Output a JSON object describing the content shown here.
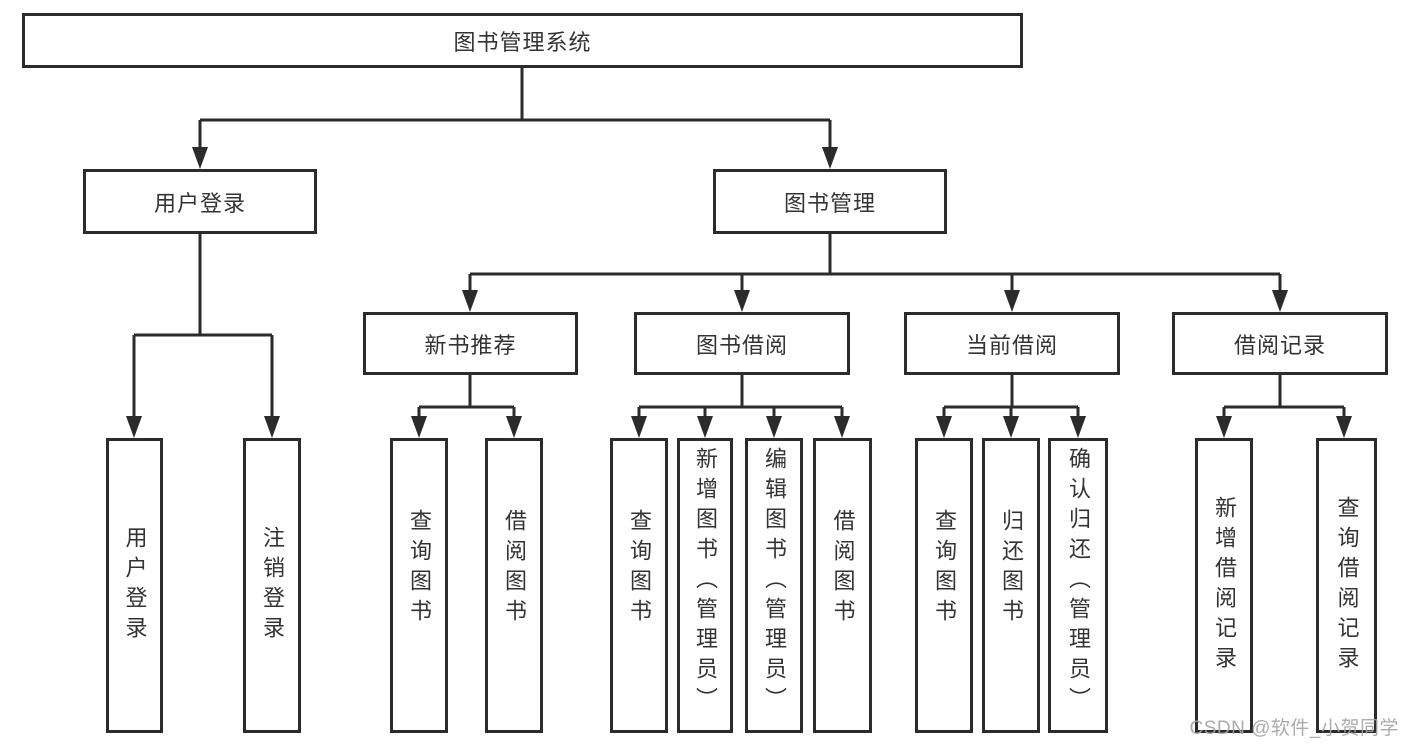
{
  "diagram": {
    "type": "hierarchy-tree",
    "colors": {
      "line": "#2b2b2b",
      "box_border": "#2b2b2b",
      "box_fill": "#ffffff",
      "text": "#333333",
      "watermark": "#a3a3a3",
      "background": "#ffffff"
    },
    "nodes": {
      "root": "图书管理系统",
      "user_login": "用户登录",
      "book_mgmt": "图书管理",
      "new_book": "新书推荐",
      "book_borrow": "图书借阅",
      "current_borrow": "当前借阅",
      "borrow_records": "借阅记录",
      "leaf_user_login": "用户登录",
      "leaf_logout": "注销登录",
      "leaf_nb_query": "查询图书",
      "leaf_nb_borrow": "借阅图书",
      "leaf_bb_query": "查询图书",
      "leaf_bb_add": "新增图书（管理员）",
      "leaf_bb_edit": "编辑图书（管理员）",
      "leaf_bb_borrow": "借阅图书",
      "leaf_cb_query": "查询图书",
      "leaf_cb_return": "归还图书",
      "leaf_cb_confirm": "确认归还（管理员）",
      "leaf_br_add": "新增借阅记录",
      "leaf_br_query": "查询借阅记录"
    },
    "edges": [
      [
        "图书管理系统",
        "用户登录"
      ],
      [
        "图书管理系统",
        "图书管理"
      ],
      [
        "用户登录",
        "用户登录"
      ],
      [
        "用户登录",
        "注销登录"
      ],
      [
        "图书管理",
        "新书推荐"
      ],
      [
        "图书管理",
        "图书借阅"
      ],
      [
        "图书管理",
        "当前借阅"
      ],
      [
        "图书管理",
        "借阅记录"
      ],
      [
        "新书推荐",
        "查询图书"
      ],
      [
        "新书推荐",
        "借阅图书"
      ],
      [
        "图书借阅",
        "查询图书"
      ],
      [
        "图书借阅",
        "新增图书（管理员）"
      ],
      [
        "图书借阅",
        "编辑图书（管理员）"
      ],
      [
        "图书借阅",
        "借阅图书"
      ],
      [
        "当前借阅",
        "查询图书"
      ],
      [
        "当前借阅",
        "归还图书"
      ],
      [
        "当前借阅",
        "确认归还（管理员）"
      ],
      [
        "借阅记录",
        "新增借阅记录"
      ],
      [
        "借阅记录",
        "查询借阅记录"
      ]
    ],
    "watermark": "CSDN @软件_小贺同学"
  }
}
